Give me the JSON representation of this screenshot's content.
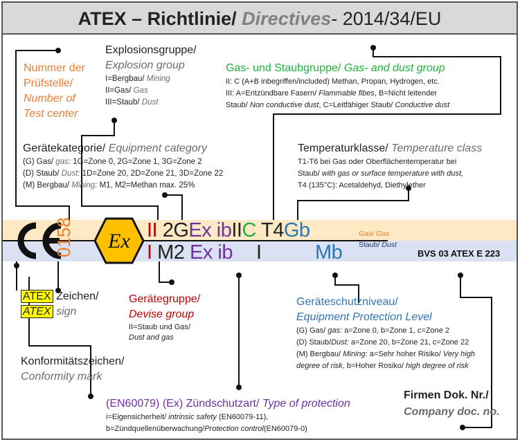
{
  "header": {
    "title_bold": "ATEX – Richtlinie/",
    "title_italic": "Directives",
    "title_rest": "- 2014/34/EU"
  },
  "marking": {
    "ce": "CE",
    "test_center_number": "0158",
    "ex_symbol": "Ex",
    "gas": {
      "equipment_group": "II",
      "category": "2G",
      "ex": "Ex",
      "protection": "ib",
      "gas_group_prefix": "II",
      "gas_group": "C",
      "temp_class": "T4",
      "epl": "Gb",
      "label_de": "Gas/",
      "label_en": "Gas"
    },
    "dust": {
      "equipment_group": "I",
      "category": "M2",
      "ex": "Ex",
      "protection": "ib",
      "gas_group": "I",
      "epl": "Mb",
      "label_de": "Staub/",
      "label_en": "Dust"
    },
    "certificate": "BVS 03 ATEX E 223"
  },
  "test_center": {
    "line1": "Nummer der",
    "line2": "Prüfstelle/",
    "line3": "Number of",
    "line4": "Test center"
  },
  "explosion_group": {
    "title_de": "Explosionsgruppe/",
    "title_en": "Explosion group",
    "l1_de": "I=Bergbau/",
    "l1_en": "Mining",
    "l2_de": "II=Gas/",
    "l2_en": "Gas",
    "l3_de": "III=Staub/",
    "l3_en": "Dust"
  },
  "gas_dust_group": {
    "title_de": "Gas- und Staubgruppe/",
    "title_en": "Gas- and dust group",
    "l1": "II: C (A+B inbegriffen/included) Methan, Propan, Hydrogen, etc.",
    "l2_de": "III: A=Entzündbare Fasern/",
    "l2_en": "Flammable fibes",
    "l2_rest": ", B=Nicht leitender",
    "l3_de": "Staub/",
    "l3_en": "Non conductive dust",
    "l3_rest": ", C=Leitfähiger Staub/",
    "l3_en2": "Conductive dust"
  },
  "equipment_category": {
    "title_de": "Gerätekategorie/",
    "title_en": "Equipment category",
    "l1_de": "(G) Gas/",
    "l1_en": "gas:",
    "l1_rest": "1G=Zone 0, 2G=Zone 1, 3G=Zone 2",
    "l2_de": "(D) Staub/",
    "l2_en": "Dust:",
    "l2_rest": "1D=Zone 20, 2D=Zone 21, 3D=Zone 22",
    "l3_de": "(M) Bergbau/",
    "l3_en": "Mining:",
    "l3_rest": "M1, M2=Methan max. 25%"
  },
  "temperature_class": {
    "title_de": "Temperaturklasse/",
    "title_en": "Temperature class",
    "l1": "T1-T6 bei Gas oder Oberflächentemperatur bei",
    "l2_de": "Staub/",
    "l2_en": "with gas or surface temperature with dust,",
    "l3": "T4 (135°C): Acetaldehyd, Diethylether"
  },
  "atex_sign": {
    "hl1": "ATEX",
    "t1": "Zeichen/",
    "hl2": "ATEX",
    "t2": "sign"
  },
  "device_group": {
    "title_de": "Gerätegruppe/",
    "title_en": "Devise group",
    "l1": "II=Staub und Gas/",
    "l2": "Dust and gas"
  },
  "conformity_mark": {
    "de": "Konformitätszeichen/",
    "en": "Conformity mark"
  },
  "epl": {
    "title_de": "Geräteschutzniveau/",
    "title_en": "Equipment Protection Level",
    "l1_de": "(G) Gas/",
    "l1_en": "gas:",
    "l1_rest": "a=Zone 0, b=Zone 1, c=Zone 2",
    "l2_de": "(D) Staub/",
    "l2_en": "Dust:",
    "l2_rest": "a=Zone 20, b=Zone 21, c=Zone 22",
    "l3_de": "(M) Bergbau/",
    "l3_en": "Mining:",
    "l3_rest": "a=Sehr hoher Risiko/",
    "l3_en2": "Very high",
    "l4_en": "degree of risk",
    "l4_rest": ", b=Hoher Rosiko/",
    "l4_en2": "high degree of risk"
  },
  "protection_type": {
    "title_de": "(EN60079) (Ex) Zündschutzart/",
    "title_en": "Type of protection",
    "l1_de": "i=Eigensicherheit/",
    "l1_en": "intrinsic safety",
    "l1_rest": "(EN60079-11),",
    "l2_de": "b=Zündquellenüberwachung/",
    "l2_en": "Protection control",
    "l2_rest": "(EN60079-0)"
  },
  "company_doc": {
    "de": "Firmen Dok. Nr./",
    "en": "Company doc. no."
  },
  "colors": {
    "orange": "#ed7d31",
    "green": "#1fb03d",
    "red": "#c00000",
    "purple": "#7030a0",
    "blue": "#2e75b6",
    "gas_band": "#fde9c4",
    "dust_band": "#d9e1f2",
    "ex_hexagon": "#ffc000",
    "highlight": "#ffff00"
  }
}
